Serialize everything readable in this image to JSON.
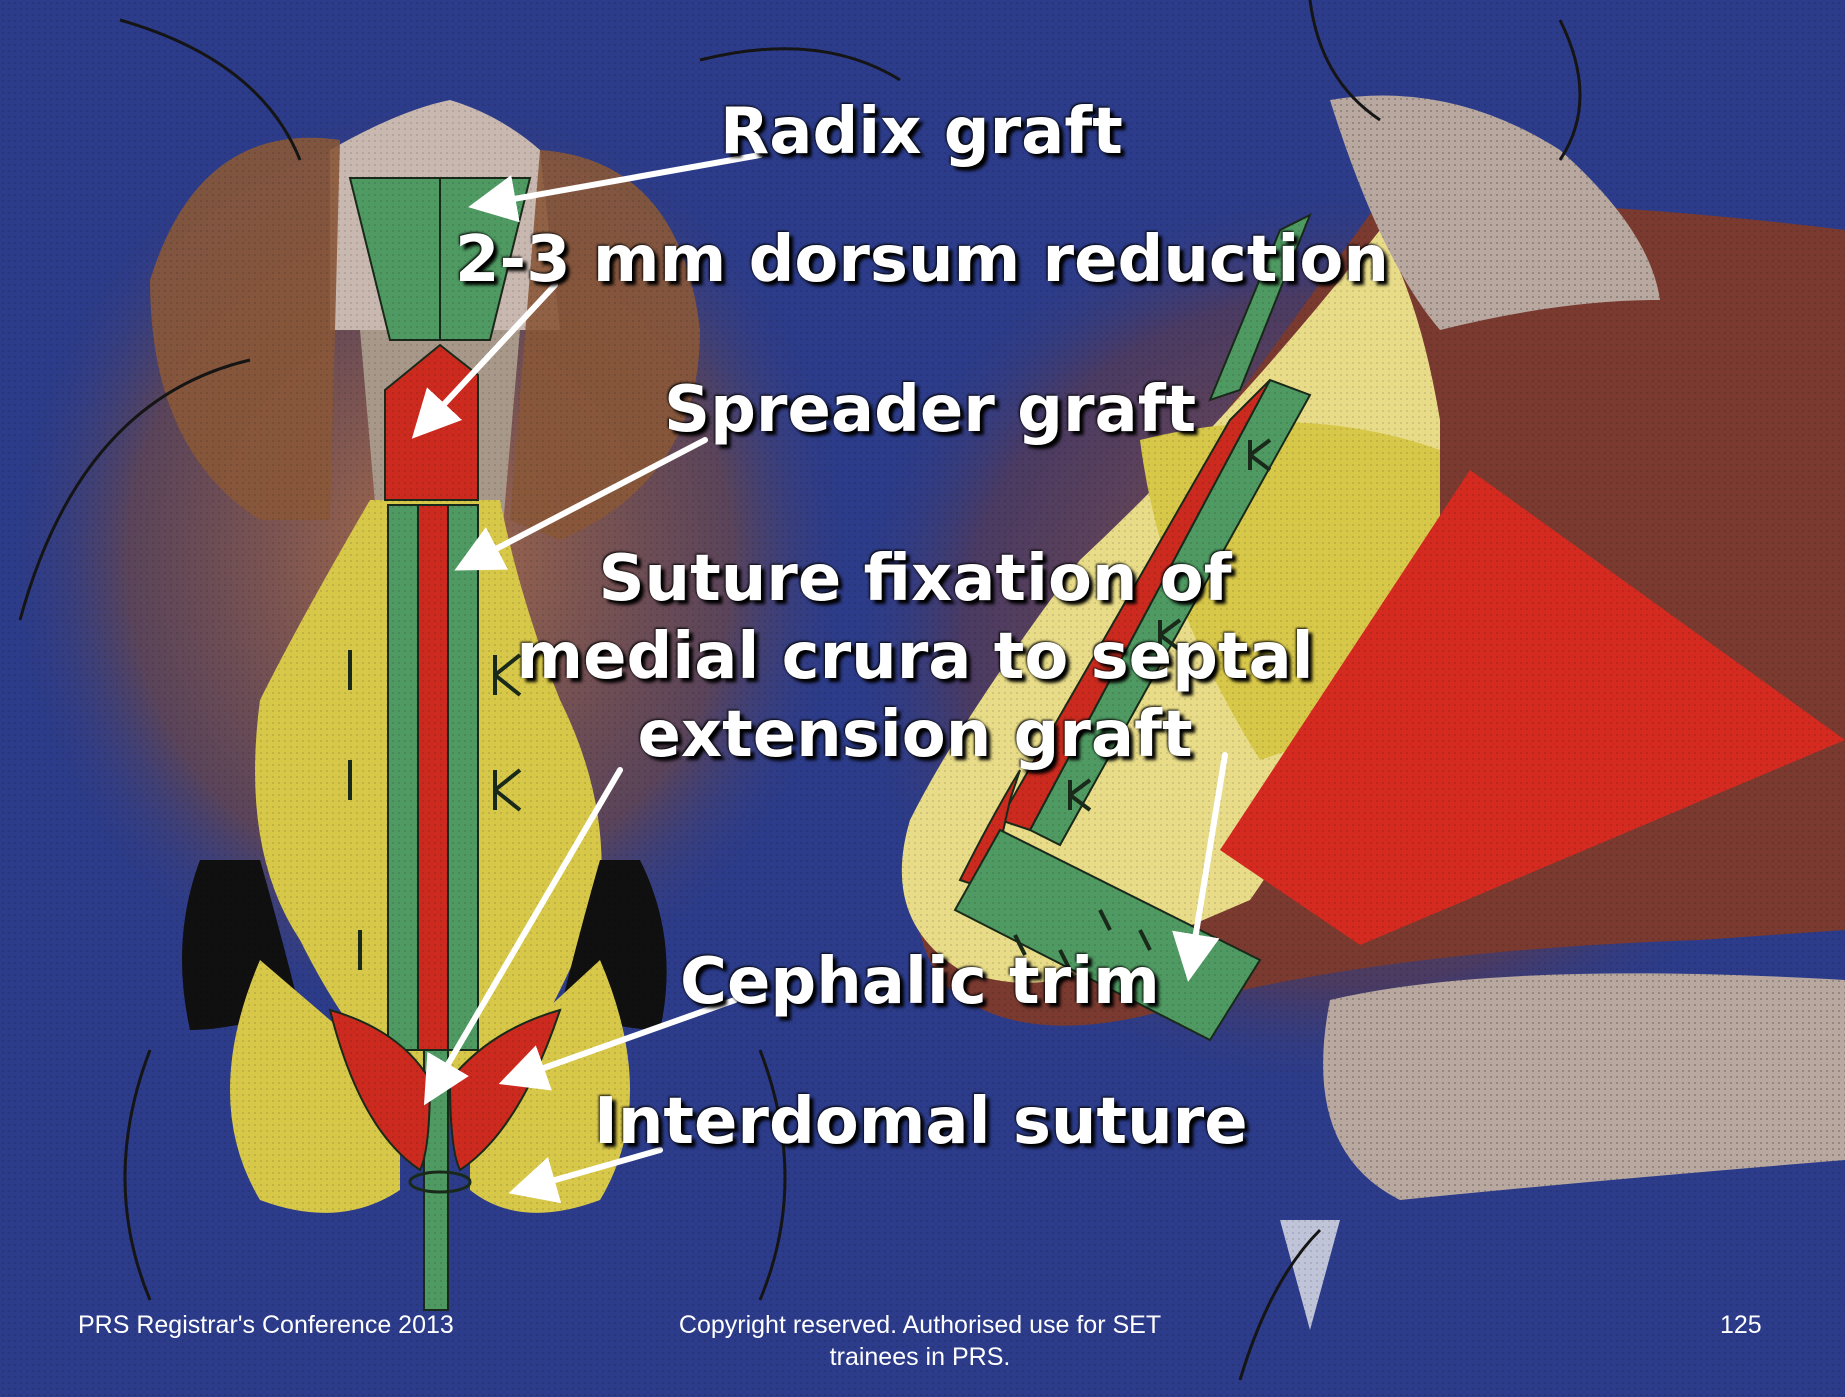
{
  "annotations": {
    "radix_graft": "Radix graft",
    "dorsum_reduction": "2-3 mm dorsum reduction",
    "spreader_graft": "Spreader graft",
    "suture_fixation": "Suture fixation of medial crura to septal extension graft",
    "cephalic_trim": "Cephalic trim",
    "interdomal_suture": "Interdomal suture"
  },
  "footer": {
    "conference": "PRS Registrar's Conference 2013",
    "copyright": "Copyright reserved. Authorised use for SET trainees in PRS.",
    "slide_number": "125"
  },
  "colors": {
    "background": "#2c3c8a",
    "cartilage": "#d8c84a",
    "graft_green": "#4f9a62",
    "graft_red": "#cc2a1e",
    "skin": "#8a5a3e",
    "bone": "#b8a8a0"
  }
}
